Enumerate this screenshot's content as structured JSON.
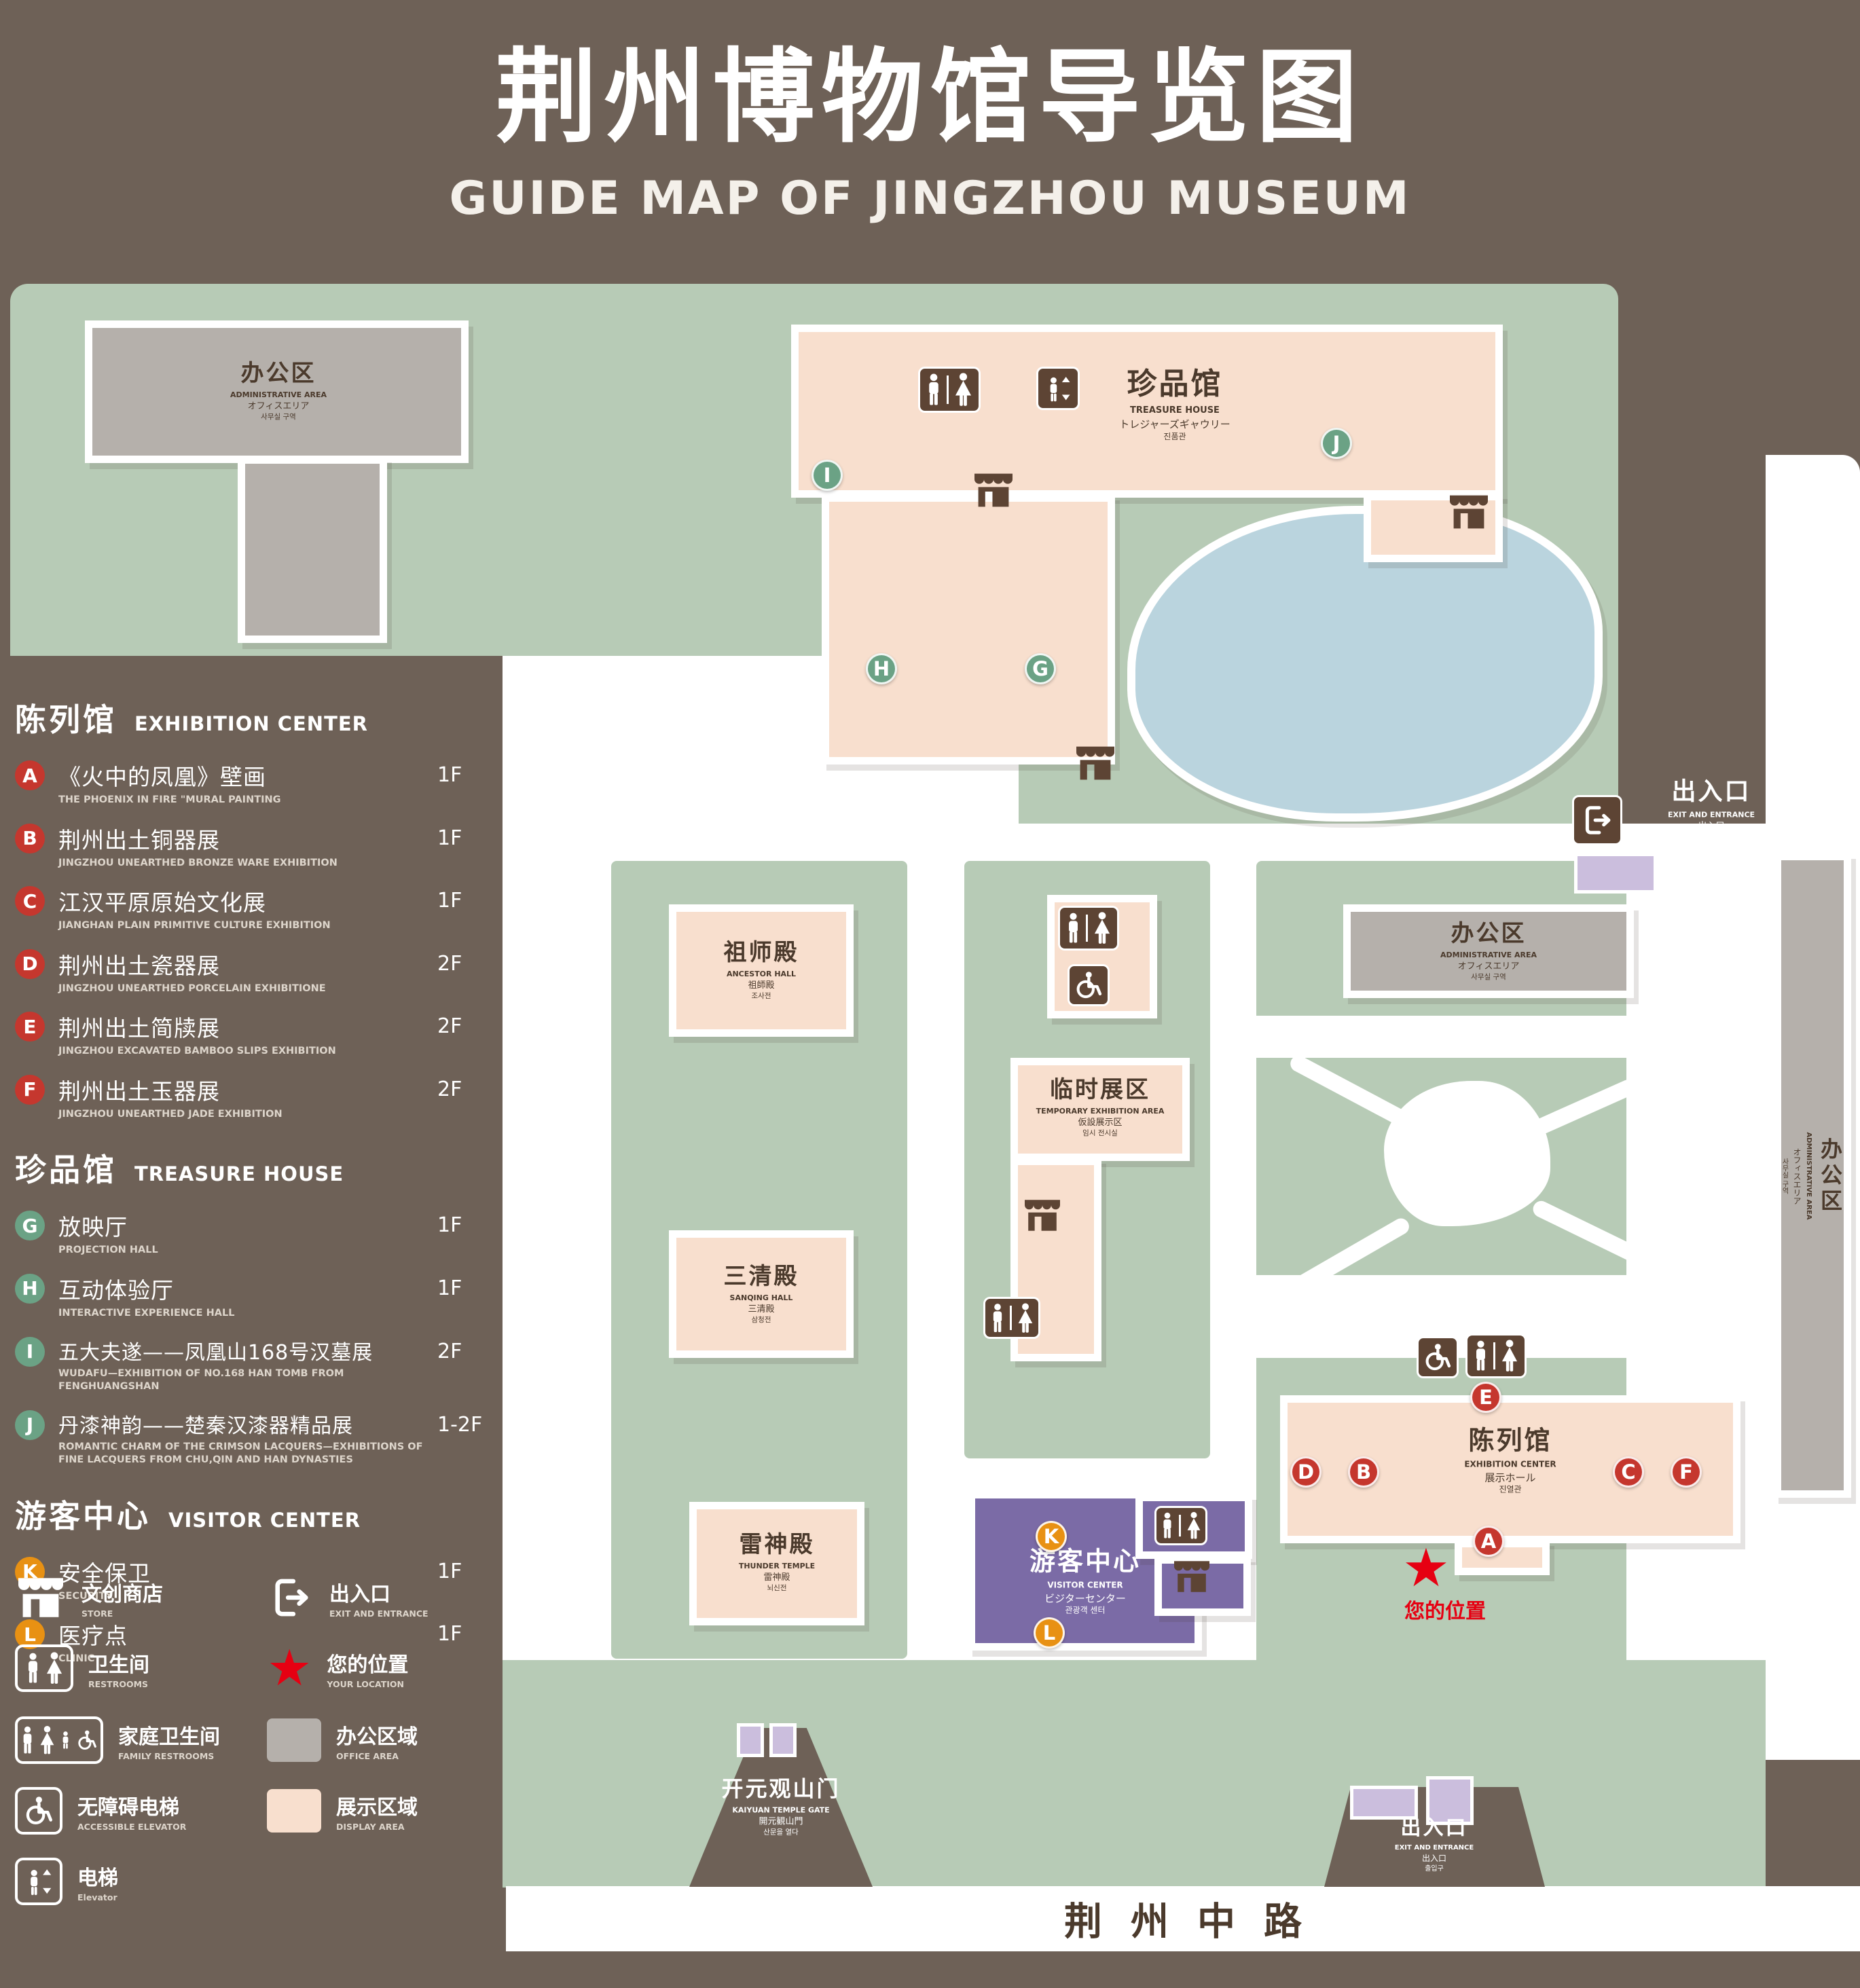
{
  "colors": {
    "background": "#6e6157",
    "map_green": "#b7cbb6",
    "display_area": "#f8dfce",
    "office_area": "#b5b0ab",
    "visitor_center": "#7b6ba6",
    "minor_building": "#cbbedd",
    "water": "#bad4de",
    "marker_red": "#c5372e",
    "marker_green": "#6ba285",
    "marker_orange": "#e89113",
    "icon_brown": "#5d4434",
    "location_red": "#e60012"
  },
  "header": {
    "title_cn": "荆州博物馆导览图",
    "title_en": "GUIDE MAP OF JINGZHOU MUSEUM"
  },
  "legend": {
    "sections": [
      {
        "title_cn": "陈列馆",
        "title_en": "EXHIBITION CENTER",
        "items": [
          {
            "letter": "A",
            "cn": "《火中的凤凰》壁画",
            "en": "THE PHOENIX IN FIRE \"MURAL PAINTING",
            "floor": "1F"
          },
          {
            "letter": "B",
            "cn": "荆州出土铜器展",
            "en": "JINGZHOU UNEARTHED BRONZE WARE EXHIBITION",
            "floor": "1F"
          },
          {
            "letter": "C",
            "cn": "江汉平原原始文化展",
            "en": "JIANGHAN PLAIN PRIMITIVE CULTURE EXHIBITION",
            "floor": "1F"
          },
          {
            "letter": "D",
            "cn": "荆州出土瓷器展",
            "en": "JINGZHOU UNEARTHED PORCELAIN EXHIBITIONE",
            "floor": "2F"
          },
          {
            "letter": "E",
            "cn": "荆州出土简牍展",
            "en": "JINGZHOU EXCAVATED BAMBOO SLIPS EXHIBITION",
            "floor": "2F"
          },
          {
            "letter": "F",
            "cn": "荆州出土玉器展",
            "en": "JINGZHOU UNEARTHED JADE EXHIBITION",
            "floor": "2F"
          }
        ]
      },
      {
        "title_cn": "珍品馆",
        "title_en": "TREASURE HOUSE",
        "items": [
          {
            "letter": "G",
            "cn": "放映厅",
            "en": "PROJECTION HALL",
            "floor": "1F"
          },
          {
            "letter": "H",
            "cn": "互动体验厅",
            "en": "INTERACTIVE EXPERIENCE HALL",
            "floor": "1F"
          },
          {
            "letter": "I",
            "cn": "五大夫遂——凤凰山168号汉墓展",
            "en": "WUDAFU—EXHIBITION OF NO.168 HAN TOMB FROM FENGHUANGSHAN",
            "floor": "2F"
          },
          {
            "letter": "J",
            "cn": "丹漆神韵——楚秦汉漆器精品展",
            "en": "ROMANTIC CHARM OF THE CRIMSON LACQUERS—EXHIBITIONS OF FINE LACQUERS FROM CHU,QIN AND HAN DYNASTIES",
            "floor": "1-2F"
          }
        ]
      },
      {
        "title_cn": "游客中心",
        "title_en": "VISITOR CENTER",
        "items": [
          {
            "letter": "K",
            "cn": "安全保卫",
            "en": "SECURITY",
            "floor": "1F"
          },
          {
            "letter": "L",
            "cn": "医疗点",
            "en": "CLINIC",
            "floor": "1F"
          }
        ]
      }
    ],
    "symbols": [
      {
        "cn": "文创商店",
        "en": "STORE"
      },
      {
        "cn": "出入口",
        "en": "EXIT AND ENTRANCE"
      },
      {
        "cn": "卫生间",
        "en": "RESTROOMS"
      },
      {
        "cn": "您的位置",
        "en": "YOUR LOCATION"
      },
      {
        "cn": "家庭卫生间",
        "en": "FAMILY RESTROOMS"
      },
      {
        "cn": "办公区域",
        "en": "OFFICE AREA"
      },
      {
        "cn": "无障碍电梯",
        "en": "ACCESSIBLE ELEVATOR"
      },
      {
        "cn": "展示区域",
        "en": "DISPLAY AREA"
      },
      {
        "cn": "电梯",
        "en": "Elevator"
      }
    ]
  },
  "map": {
    "buildings": {
      "admin_top_left": {
        "cn": "办公区",
        "en": "ADMINISTRATIVE AREA",
        "jp": "オフィスエリア",
        "kr": "사무실 구역"
      },
      "treasure_house": {
        "cn": "珍品馆",
        "en": "TREASURE HOUSE",
        "jp": "トレジャーズギャウリー",
        "kr": "진품관"
      },
      "ancestor_hall": {
        "cn": "祖师殿",
        "en": "ANCESTOR HALL",
        "jp": "祖師殿",
        "kr": "조사전"
      },
      "temporary_exhibition": {
        "cn": "临时展区",
        "en": "TEMPORARY EXHIBITION AREA",
        "jp": "仮設展示区",
        "kr": "임시 전시실"
      },
      "sanqing_hall": {
        "cn": "三清殿",
        "en": "SANQING HALL",
        "jp": "三清殿",
        "kr": "삼청전"
      },
      "thunder_temple": {
        "cn": "雷神殿",
        "en": "THUNDER TEMPLE",
        "jp": "雷神殿",
        "kr": "뇌신전"
      },
      "visitor_center": {
        "cn": "游客中心",
        "en": "VISITOR CENTER",
        "jp": "ビジターセンター",
        "kr": "관광객 센터"
      },
      "admin_right": {
        "cn": "办公区",
        "en": "ADMINISTRATIVE AREA",
        "jp": "オフィスエリア",
        "kr": "사무실 구역"
      },
      "admin_far_right": {
        "cn": "办公区",
        "en": "ADMINISTRATIVE AREA",
        "jp": "オフィスエリア",
        "kr": "사무실 구역"
      },
      "exhibition_center": {
        "cn": "陈列馆",
        "en": "EXHIBITION CENTER",
        "jp": "展示ホール",
        "kr": "진열관"
      }
    },
    "labels": {
      "exit_top": {
        "cn": "出入口",
        "en": "EXIT AND ENTRANCE",
        "jp": "出入口",
        "kr": "출입구"
      },
      "exit_bottom": {
        "cn": "出入口",
        "en": "EXIT AND ENTRANCE",
        "jp": "出入口",
        "kr": "출입구"
      },
      "gate": {
        "cn": "开元观山门",
        "en": "KAIYUAN TEMPLE GATE",
        "jp": "開元観山門",
        "kr": "산문을 열다"
      },
      "your_location": {
        "cn": "您的位置"
      },
      "road": {
        "cn": "荆州中路"
      }
    },
    "markers": {
      "a": "A",
      "b": "B",
      "c": "C",
      "d": "D",
      "e": "E",
      "f": "F",
      "g": "G",
      "h": "H",
      "i": "I",
      "j": "J",
      "k": "K",
      "l": "L"
    }
  }
}
